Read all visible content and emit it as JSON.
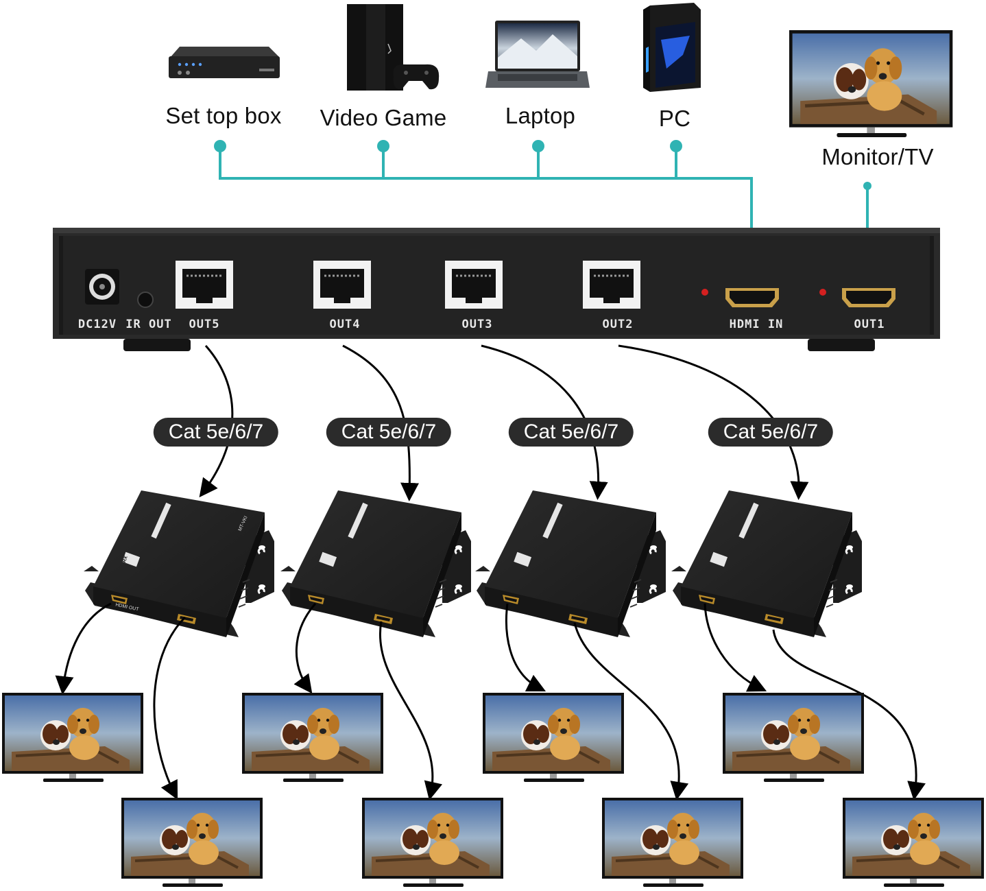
{
  "sources": [
    {
      "label": "Set top box"
    },
    {
      "label": "Video Game"
    },
    {
      "label": "Laptop"
    },
    {
      "label": "PC"
    }
  ],
  "display": {
    "label": "Monitor/TV"
  },
  "splitter": {
    "ports": [
      {
        "label": "DC12V"
      },
      {
        "label": "IR OUT"
      },
      {
        "label": "OUT5"
      },
      {
        "label": "OUT4"
      },
      {
        "label": "OUT3"
      },
      {
        "label": "OUT2"
      },
      {
        "label": "HDMI IN"
      },
      {
        "label": "OUT1"
      }
    ]
  },
  "cables": [
    {
      "label": "Cat 5e/6/7"
    },
    {
      "label": "Cat 5e/6/7"
    },
    {
      "label": "Cat 5e/6/7"
    },
    {
      "label": "Cat 5e/6/7"
    }
  ],
  "receiver": {
    "badge": "RX",
    "model": "MT-VKI",
    "hdmi_out": "HDMI OUT"
  },
  "colors": {
    "connector_line": "#2fb3b3",
    "device_body": "#2a2a2a",
    "cable_pill": "#2b2b2b",
    "led": "#d42020"
  },
  "receiver_count": 4,
  "tv_count": 8
}
